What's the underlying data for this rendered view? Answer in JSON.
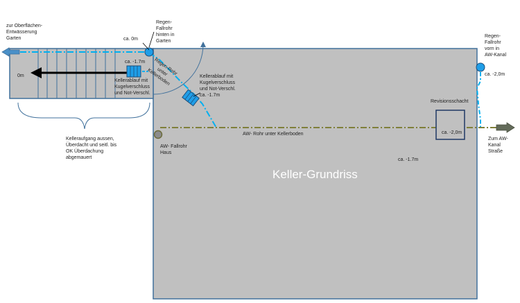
{
  "labels": {
    "oberflaeche": "zur Oberflächen-\nEntwässerung\nGarten",
    "regen_hinten": "Regen-\nFallrohr\nhinten in\nGarten",
    "ca_0m": "ca. 0m",
    "stair_0m": "0m",
    "ca_17_stairs": "ca. -1.7m",
    "kellerablauf_left": "Kellerablauf mit\nKugelverschluss\nund Not-Verschl.",
    "regen_rohr": "Regen-Rohr\nunter\nKellerboden",
    "kellerablauf_mid": "Kellerablauf mit\nKugelverschluss\nund Not-Verschl.\nca. -1.7m",
    "regen_vorn": "Regen-\nFallrohr\nvorn in\nAW-Kanal",
    "ca_20_right": "ca. -2,0m",
    "revisionsschacht": "Revisionsschacht",
    "ca_20_box": "ca. -2,0m",
    "zum_aw": "Zum AW-\nKanal\nStraße",
    "aw_rohr": "AW- Rohr unter Kellerboden",
    "aw_fallrohr": "AW- Fallrohr\nHaus",
    "ca_17_floor": "ca. -1.7m",
    "kelleraufgang": "Kelleraufgang aussen,\nÜberdacht und seitl. bis\nOK Überdachung\nabgemauert",
    "main_title": "Keller-Grundriss"
  },
  "colors": {
    "floor": "#c0c0c0",
    "outline": "#41719c",
    "rain_pipe": "#00b0f0",
    "sewer_pipe": "#7f7f3a",
    "drain": "#1f9ee8",
    "arrow_fill": "#4a90c8",
    "sewer_arrow": "#636b5a"
  },
  "icons": {
    "stair_arrow": "arrow-left-icon",
    "outlet_left": "arrow-left-icon",
    "outlet_right": "arrow-right-icon"
  }
}
